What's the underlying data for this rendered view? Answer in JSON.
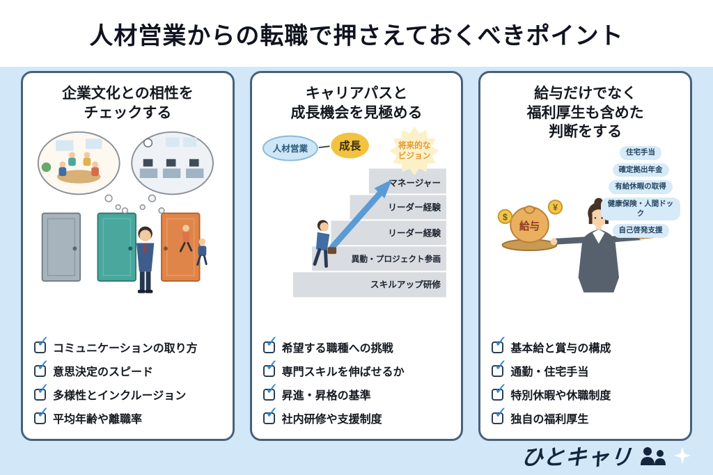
{
  "page": {
    "title": "人材営業からの転職で押さえておくべきポイント",
    "logo_text": "ひとキャリ"
  },
  "colors": {
    "background": "#d2e8f8",
    "card_border": "#47617a",
    "check_blue": "#2e86d9",
    "growth_yellow": "#f3c23e",
    "salary_bag_orange": "#eab05f"
  },
  "cards": [
    {
      "heading": [
        "企業文化との相性を",
        "チェックする"
      ],
      "checklist": [
        "コミュニケーションの取り方",
        "意思決定のスピード",
        "多様性とインクルージョン",
        "平均年齢や離職率"
      ]
    },
    {
      "heading": [
        "キャリアパスと",
        "成長機会を見極める"
      ],
      "flow": {
        "start": "人材営業",
        "growth": "成長",
        "vision_line1": "将来的な",
        "vision_line2": "ビジョン",
        "steps": [
          "マネージャー",
          "リーダー経験",
          "リーダー経験",
          "異動・プロジェクト参画",
          "スキルアップ研修"
        ]
      },
      "checklist": [
        "希望する職種への挑戦",
        "専門スキルを伸ばせるか",
        "昇進・昇格の基準",
        "社内研修や支援制度"
      ]
    },
    {
      "heading": [
        "給与だけでなく",
        "福利厚生も含めた",
        "判断をする"
      ],
      "salary": {
        "bag_label": "給与",
        "coin_left": "$",
        "coin_right": "¥"
      },
      "benefits": [
        "住宅手当",
        "確定拠出年金",
        "有給休暇の取得",
        "健康保険・人間ドック",
        "自己啓発支援"
      ],
      "checklist": [
        "基本給と賞与の構成",
        "通勤・住宅手当",
        "特別休暇や休職制度",
        "独自の福利厚生"
      ]
    }
  ]
}
